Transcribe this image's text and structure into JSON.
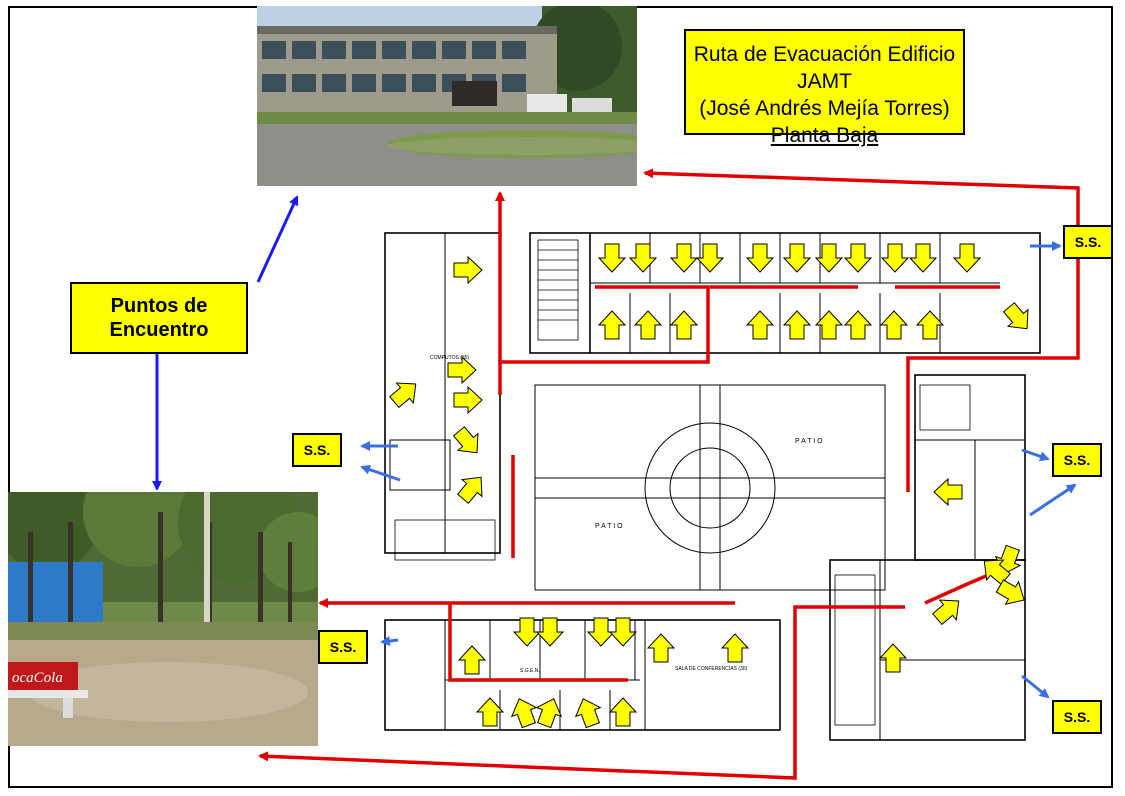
{
  "title": {
    "line1": "Ruta de Evacuación Edificio JAMT",
    "line2": "(José Andrés Mejía Torres)",
    "line3": "Planta Baja"
  },
  "meeting_points": {
    "label": "Puntos de Encuentro"
  },
  "restroom_labels": [
    "S.S.",
    "S.S.",
    "S.S.",
    "S.S.",
    "S.S."
  ],
  "plan_labels": {
    "patio_east": "P A T I O",
    "patio_west": "P A T I O",
    "computos": "COMPUTOS (35)",
    "sala": "SALA DE CONFERENCIAS (30)",
    "sgen": "S.G.E.N."
  },
  "colors": {
    "route": "#e00000",
    "arrow_fill": "#ffff00",
    "ss_arrow": "#3a6fe0",
    "meeting_arrow": "#1a1aff"
  }
}
